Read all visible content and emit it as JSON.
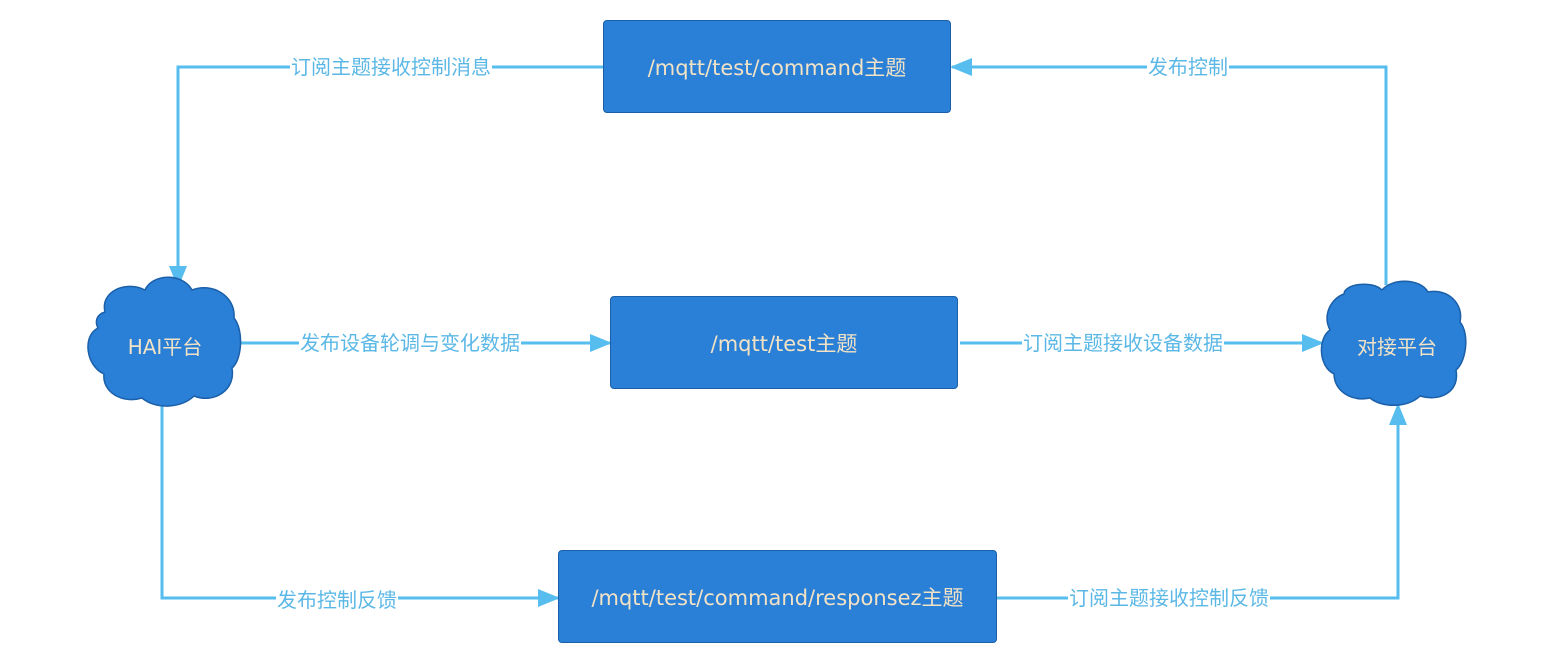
{
  "topics": {
    "command": "/mqtt/test/command主题",
    "data": "/mqtt/test主题",
    "response": "/mqtt/test/command/responsez主题"
  },
  "platforms": {
    "hai": "HAI平台",
    "dock": "对接平台"
  },
  "edges": {
    "sub_command": "订阅主题接收控制消息",
    "pub_command": "发布控制",
    "pub_data": "发布设备轮调与变化数据",
    "sub_data": "订阅主题接收设备数据",
    "pub_response": "发布控制反馈",
    "sub_response": "订阅主题接收控制反馈"
  },
  "colors": {
    "arrow": "#56bdee",
    "box_fill": "#2a7fd6",
    "box_border": "#1a5fa8",
    "node_text": "#f3e3c6",
    "edge_text": "#5bb8e6"
  }
}
